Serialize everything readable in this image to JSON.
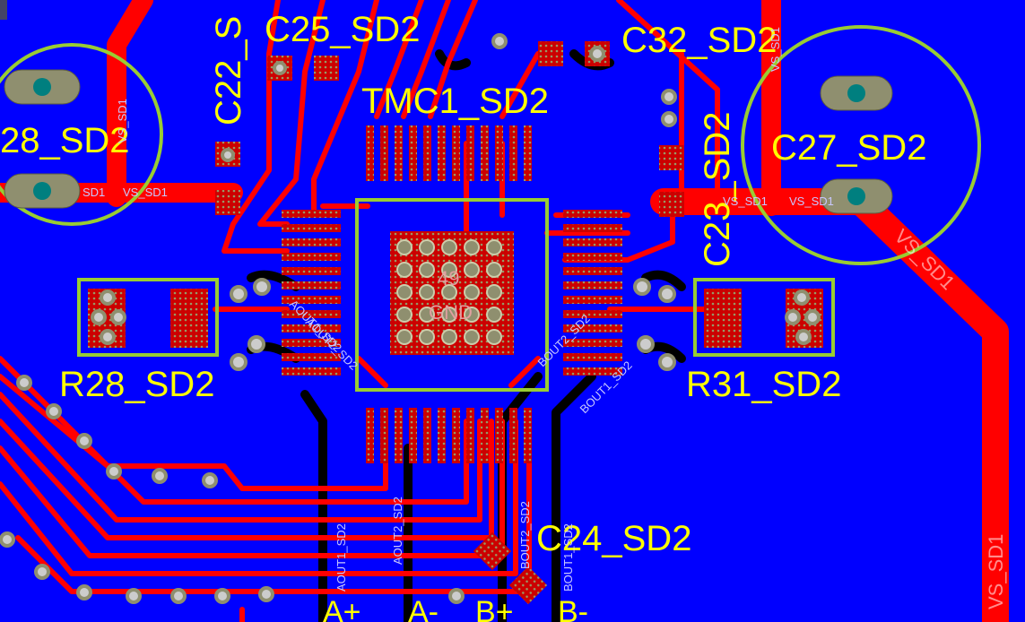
{
  "board": {
    "copper_color": "#ff0000",
    "plane_color": "#0000ff",
    "silk_color": "#ffff00",
    "outline_color": "#99cc33",
    "pad_dot_color": "#999966"
  },
  "labels": {
    "c22": "C22_S",
    "c25": "C25_SD2",
    "c32": "C32_SD2",
    "tmc1": "TMC1_SD2",
    "c28": "28_SD2",
    "c27": "C27_SD2",
    "c23": "C23_SD2",
    "r28": "R28_SD2",
    "r31": "R31_SD2",
    "c24": "C24_SD2",
    "ep_num": "49",
    "ep_name": "GND"
  },
  "connector_pins": {
    "a_plus": "A+",
    "a_minus": "A-",
    "b_plus": "B+",
    "b_minus": "B-"
  },
  "net_labels": {
    "vs_sd1_a": "VS_SD1",
    "vs_sd1_b": "VS_SD1",
    "vs_sd1_c": "VS_SD1",
    "vs_sd1_d": "VS_SD1",
    "vs_sd1_e": "VS_SD1",
    "vs_sd1_f": "VS_SD1",
    "vs_sd1_g": "VS_SD1",
    "sd1_a": "SD1",
    "aout1_a": "AOUT1_SD2",
    "aout2_a": "AOUT2_SD2",
    "bout2_a": "BOUT2_SD2",
    "bout1_a": "BOUT1_SD2",
    "aout1_b": "AOUT1_SD2",
    "aout2_b": "AOUT2_SD2",
    "bout2_b": "BOUT2_SD2",
    "bout1_b": "BOUT1_SD2"
  }
}
